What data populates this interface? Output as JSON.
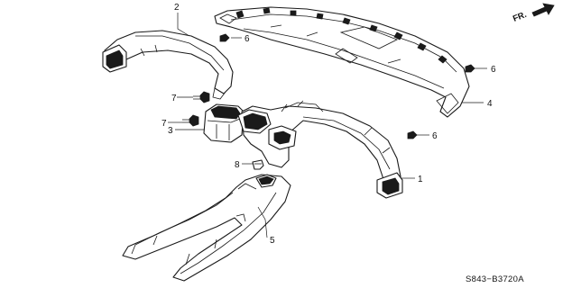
{
  "direction_label": "FR.",
  "drawing_code": "S843−B3720A",
  "callouts": {
    "c1": "1",
    "c2": "2",
    "c3": "3",
    "c4": "4",
    "c5": "5",
    "c6a": "6",
    "c6b": "6",
    "c6c": "6",
    "c7a": "7",
    "c7b": "7",
    "c8": "8"
  },
  "icons": {
    "direction": "arrow-icon",
    "clip": "clip-icon",
    "screw": "screw-icon"
  }
}
